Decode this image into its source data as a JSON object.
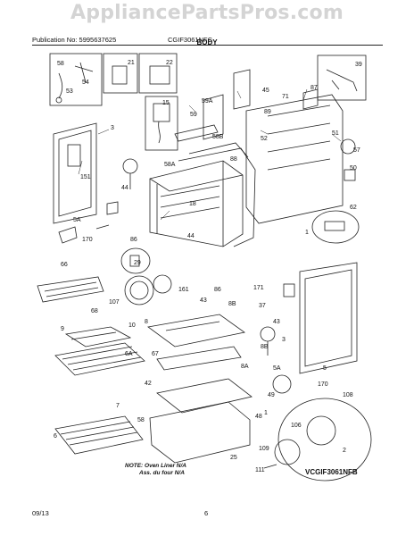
{
  "watermark": "AppliancePartsPros.com",
  "header": {
    "publication": "Publication No: 5995637625",
    "model": "CGIF3061NFC",
    "section": "BODY"
  },
  "footer": {
    "date": "09/13",
    "page": "6"
  },
  "diagram": {
    "note_line1": "NOTE: Oven Liner N/A",
    "note_line2": "Ass. du four N/A",
    "code": "VCGIF3061NFB",
    "callouts": [
      "58",
      "21",
      "22",
      "54",
      "53",
      "39",
      "45",
      "87",
      "71",
      "3",
      "59A",
      "59",
      "89",
      "52",
      "15",
      "58B",
      "51",
      "57",
      "151",
      "88",
      "58A",
      "50",
      "44",
      "18",
      "5A",
      "62",
      "170",
      "86",
      "44",
      "1",
      "66",
      "161",
      "29",
      "86",
      "107",
      "171",
      "43",
      "8B",
      "37",
      "68",
      "8",
      "10",
      "43",
      "9",
      "6A",
      "8B",
      "67",
      "3",
      "8A",
      "5A",
      "7",
      "5",
      "42",
      "49",
      "48",
      "170",
      "108",
      "58",
      "1",
      "106",
      "6",
      "25",
      "109",
      "2",
      "111"
    ]
  }
}
